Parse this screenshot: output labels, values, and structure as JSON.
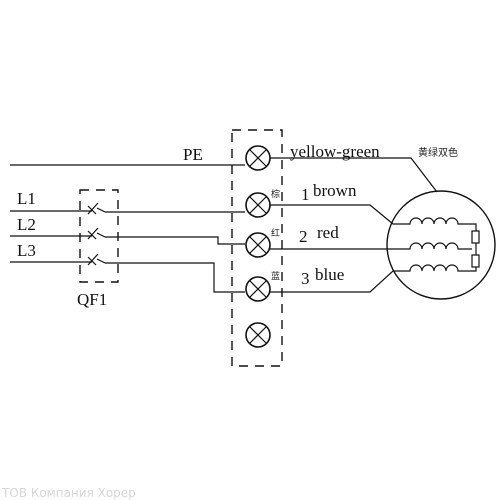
{
  "labels": {
    "pe": "PE",
    "l1": "L1",
    "l2": "L2",
    "l3": "L3",
    "breaker": "QF1",
    "yellow_green": "yellow-green",
    "yellow_green_cn": "黄绿双色",
    "num1": "1",
    "brown": "brown",
    "brown_cn": "棕",
    "num2": "2",
    "red": "red",
    "red_cn": "红",
    "num3": "3",
    "blue": "blue",
    "blue_cn": "蓝"
  },
  "watermark": "TOB Компания Хорер"
}
